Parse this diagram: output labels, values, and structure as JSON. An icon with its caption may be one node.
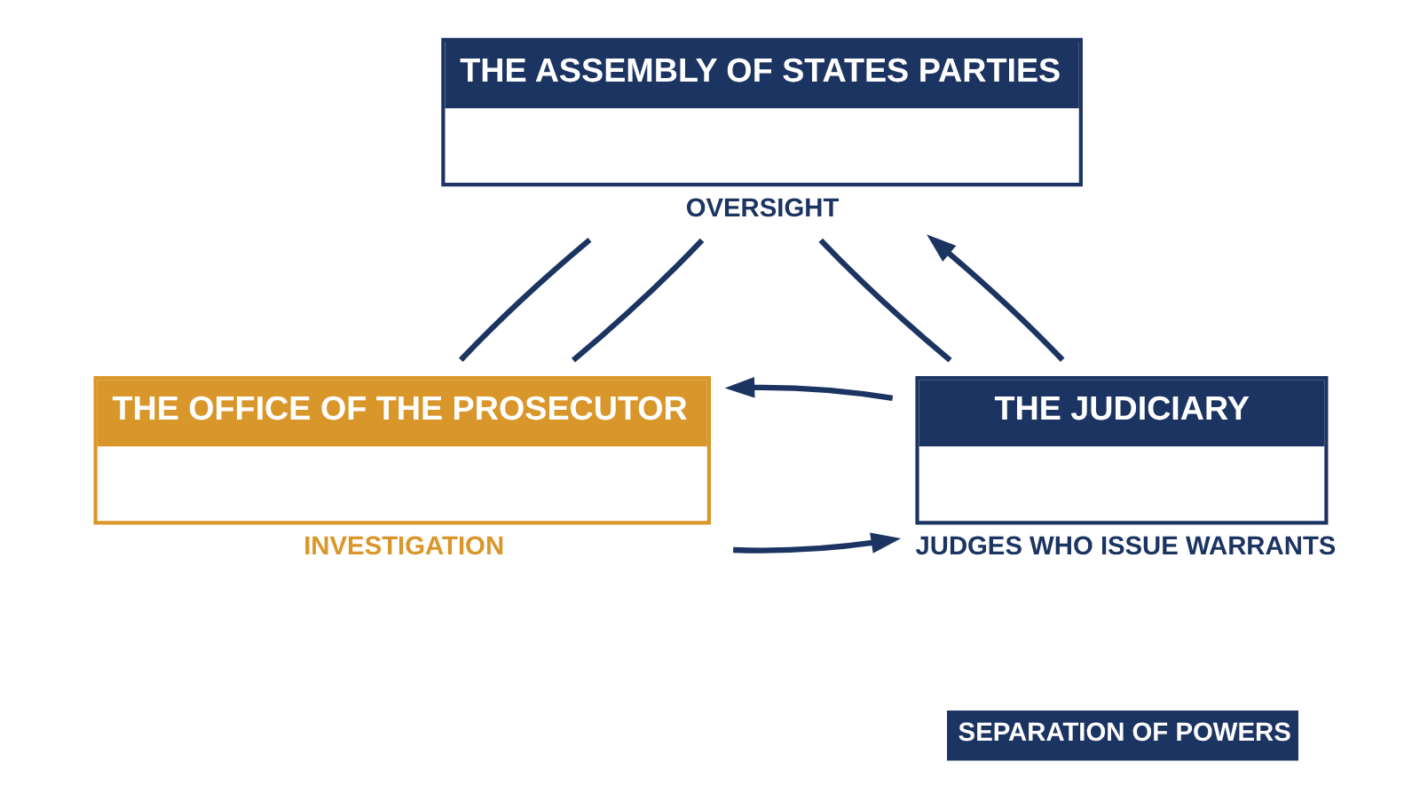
{
  "diagram": {
    "nodes": [
      {
        "text": [
          "THE ASSEMBLY OF STATES PARTIES"
        ],
        "beside": [
          "OVERSIGHT"
        ]
      },
      {
        "text": [
          "THE OFFICE OF THE PROSECUTOR"
        ],
        "beside": [
          "INVESTIGATION"
        ]
      },
      {
        "text": [
          "THE JUDICIARY"
        ],
        "beside": [
          "JUDGES WHO ISSUE WARRANTS"
        ]
      }
    ],
    "edges": [
      {
        "from": 0,
        "to": 1,
        "arrow": "none"
      },
      {
        "from": 0,
        "to": 2,
        "arrow": "none"
      },
      {
        "from": 1,
        "to": 0,
        "arrow": "none"
      },
      {
        "from": 2,
        "to": 0,
        "arrow": "to"
      },
      {
        "from": 1,
        "to": 2,
        "arrow": "to"
      },
      {
        "from": 2,
        "to": 1,
        "arrow": "to"
      }
    ],
    "labels": [
      "SEPARATION OF POWERS"
    ]
  }
}
